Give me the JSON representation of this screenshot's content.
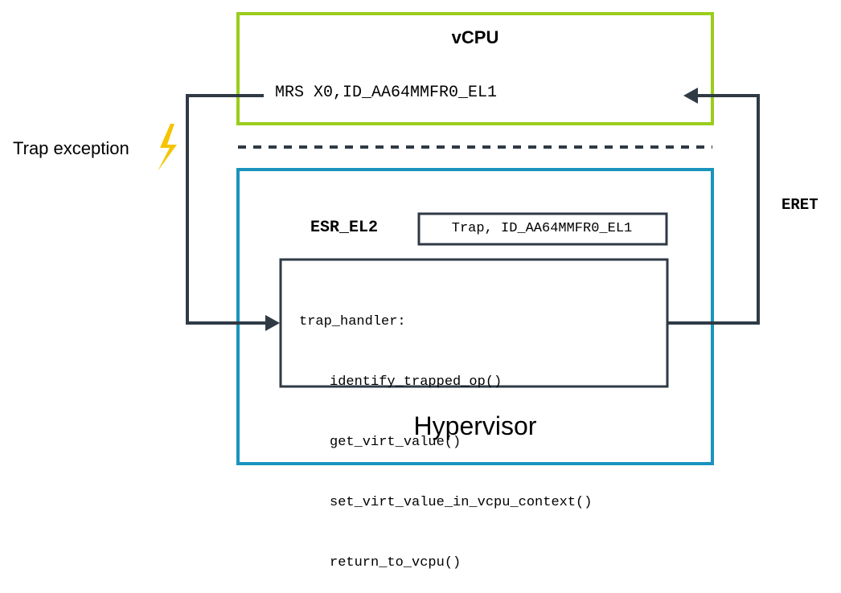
{
  "vcpu": {
    "title": "vCPU",
    "instruction": "MRS X0,ID_AA64MMFR0_EL1",
    "border_color": "#9acd1c"
  },
  "trap": {
    "label": "Trap exception",
    "icon": "lightning-bolt-icon",
    "icon_color": "#f5c400"
  },
  "eret": {
    "label": "ERET"
  },
  "hypervisor": {
    "title": "Hypervisor",
    "border_color": "#1a93bd",
    "esr": {
      "label": "ESR_EL2",
      "value": "Trap, ID_AA64MMFR0_EL1"
    },
    "handler": {
      "name": "trap_handler:",
      "calls": [
        "identify_trapped_op()",
        "get_virt_value()",
        "set_virt_value_in_vcpu_context()",
        "return_to_vcpu()"
      ]
    }
  },
  "colors": {
    "arrow": "#2f3a45",
    "separator": "#2f3a45"
  }
}
